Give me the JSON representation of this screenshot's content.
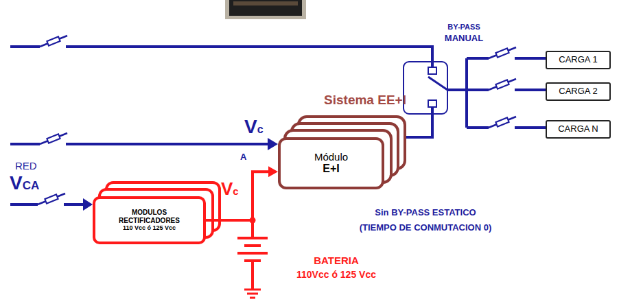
{
  "diagram": {
    "nodes": [
      {
        "text": [
          "MODULOS RECTIFICADORES",
          "110 Vcc ó 125 Vcc"
        ]
      },
      {
        "text": [
          "Módulo",
          "E+I"
        ]
      },
      {
        "text": [
          "CARGA 1"
        ]
      },
      {
        "text": [
          "CARGA 2"
        ]
      },
      {
        "text": [
          "CARGA N"
        ]
      }
    ],
    "edges": [
      {
        "from": 0,
        "to": 1,
        "arrow": "to"
      }
    ],
    "labels": [
      "BY-PASS",
      "MANUAL",
      "Sistema EE+I",
      "Vc",
      "A",
      "RED",
      "VCA",
      "Vc",
      "Sin BY-PASS ESTATICO",
      "(TIEMPO DE CONMUTACION 0)",
      "BATERIA",
      "110Vcc ó 125 Vcc"
    ]
  }
}
